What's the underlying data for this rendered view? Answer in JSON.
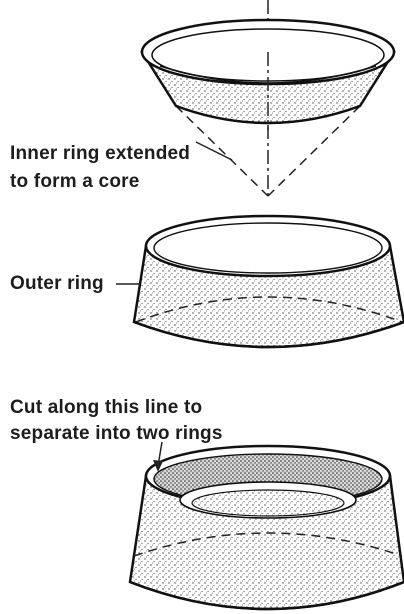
{
  "labels": {
    "inner_ring_line1": "Inner ring extended",
    "inner_ring_line2": "to form a core",
    "outer_ring": "Outer ring",
    "cut_line1": "Cut along this line to",
    "cut_line2": "separate into two rings"
  },
  "colors": {
    "ink": "#1d1d1d",
    "background": "#ffffff"
  }
}
